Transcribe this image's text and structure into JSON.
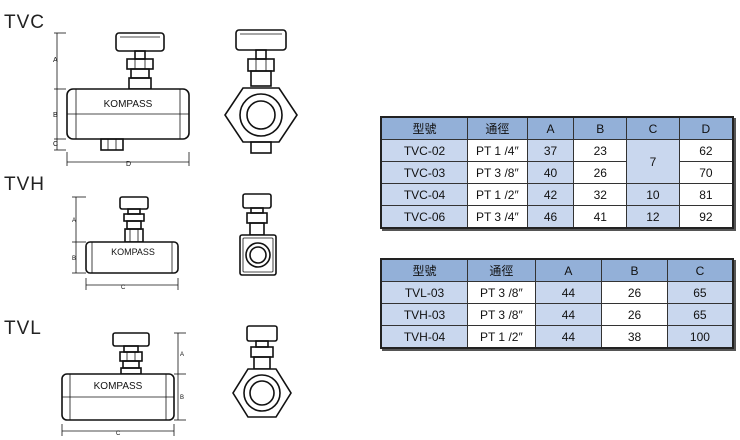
{
  "labels": {
    "tvc": "TVC",
    "tvh": "TVH",
    "tvl": "TVL"
  },
  "brand": "KOMPASS",
  "dims": {
    "a": "A",
    "b": "B",
    "c": "C",
    "d": "D"
  },
  "table1": {
    "headers": [
      "型號",
      "通徑",
      "A",
      "B",
      "C",
      "D"
    ],
    "rows": [
      {
        "model": "TVC-02",
        "size": "PT 1 /4″",
        "a": "37",
        "b": "23",
        "d": "62"
      },
      {
        "model": "TVC-03",
        "size": "PT 3 /8″",
        "a": "40",
        "b": "26",
        "d": "70"
      },
      {
        "model": "TVC-04",
        "size": "PT 1 /2″",
        "a": "42",
        "b": "32",
        "c": "10",
        "d": "81"
      },
      {
        "model": "TVC-06",
        "size": "PT 3 /4″",
        "a": "46",
        "b": "41",
        "c": "12",
        "d": "92"
      }
    ],
    "c_merged": "7"
  },
  "table2": {
    "headers": [
      "型號",
      "通徑",
      "A",
      "B",
      "C"
    ],
    "rows": [
      {
        "model": "TVL-03",
        "size": "PT 3 /8″",
        "a": "44",
        "b": "26",
        "c": "65"
      },
      {
        "model": "TVH-03",
        "size": "PT 3 /8″",
        "a": "44",
        "b": "26",
        "c": "65"
      },
      {
        "model": "TVH-04",
        "size": "PT 1 /2″",
        "a": "44",
        "b": "38",
        "c": "100"
      }
    ]
  }
}
